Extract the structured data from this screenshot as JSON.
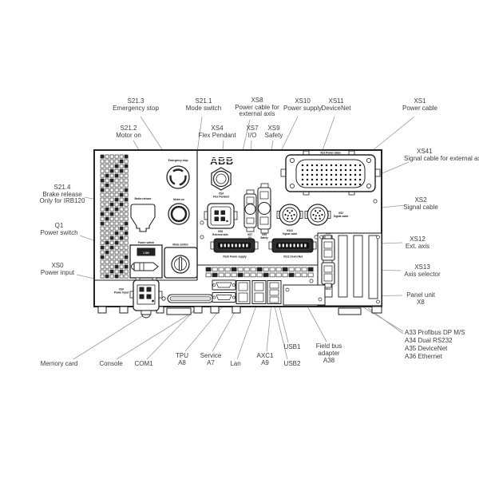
{
  "callouts": {
    "s213": [
      "S21.3",
      "Emergency stop"
    ],
    "s212": [
      "S21.2",
      "Motor on"
    ],
    "s211": [
      "S21.1",
      "Mode switch"
    ],
    "xs4": [
      "XS4",
      "Flex Pendant"
    ],
    "xs8": [
      "XS8",
      "Power cable for",
      "external axis"
    ],
    "xs7": [
      "XS7",
      "I/O"
    ],
    "xs9": [
      "XS9",
      "Safety"
    ],
    "xs10": [
      "XS10",
      "Power supply"
    ],
    "xs11": [
      "XS11",
      "DeviceNet"
    ],
    "xs1": [
      "XS1",
      "Power cable"
    ],
    "xs41": [
      "XS41",
      "Signal cable for external axis"
    ],
    "xs2": [
      "XS2",
      "Signal cable"
    ],
    "xs12": [
      "XS12",
      "Ext. axis"
    ],
    "xs13": [
      "XS13",
      "Axis selector"
    ],
    "panel_unit": [
      "Panel unit",
      "X8"
    ],
    "a_modules": [
      "A33 Profibus DP M/S",
      "A34 Dual RS232",
      "A35 DeviceNet",
      "A36 Ethernet"
    ],
    "s214": [
      "S21.4",
      "Brake release",
      "Only for IRB120"
    ],
    "q1": [
      "Q1",
      "Power switch"
    ],
    "xs0": [
      "XS0",
      "Power input"
    ],
    "memory_card": [
      "Memory card"
    ],
    "console": [
      "Console"
    ],
    "com1": [
      "COM1"
    ],
    "tpu": [
      "TPU",
      "A8"
    ],
    "service": [
      "Service",
      "A7"
    ],
    "lan": [
      "Lan"
    ],
    "axc1": [
      "AXC1",
      "A9"
    ],
    "usb1": [
      "USB1"
    ],
    "usb2": [
      "USB2"
    ],
    "fieldbus": [
      "Field bus",
      "adapter",
      "A38"
    ]
  },
  "panel_labels": {
    "abb": "ABB",
    "emergency_stop": "Emergency stop",
    "motor_on": "Motor on",
    "brake_release": "Brake release",
    "power_switch": "Power switch",
    "mode_switch": "Mode switch",
    "switch_on": "1 ON",
    "xs1": "XS1 Power cable",
    "xs4a": "XS4",
    "xs4b": "Flex Pendant",
    "xs8a": "XS8",
    "xs8b": "External axis",
    "xs7a": "XS7",
    "xs7b": "I/O",
    "xs9a": "XS9",
    "xs9b": "Safety",
    "xs41a": "XS41",
    "xs41b": "Signal cable",
    "xs2a": "XS2",
    "xs2b": "Signal cable",
    "xs10": "XS10 Power supply",
    "xs11": "XS11 DeviceNet",
    "xs12": "XS12",
    "xs13": "XS13",
    "xs0a": "XS0",
    "xs0b": "Power Input"
  },
  "colors": {
    "panel_line": "#222222",
    "callout_line": "#9a9a9a",
    "label_text": "#3c3c3c",
    "dark_fill": "#1a1a1a",
    "background": "#ffffff"
  }
}
